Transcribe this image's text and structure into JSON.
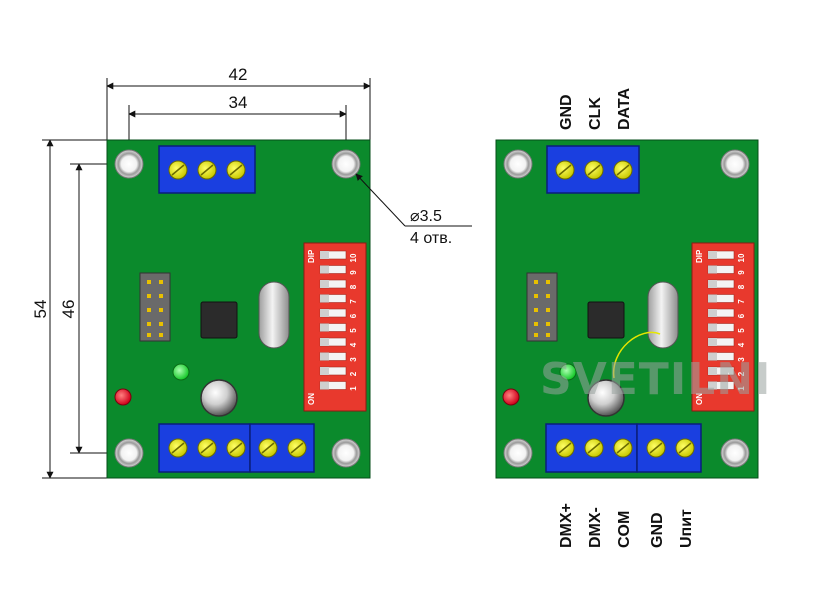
{
  "dimensions": {
    "width_outer": "42",
    "width_holes": "34",
    "height_outer": "54",
    "height_holes": "46",
    "hole_diameter": "⌀3.5",
    "hole_count": "4 отв."
  },
  "top_connector": {
    "labels": [
      "GND",
      "CLK",
      "DATA"
    ]
  },
  "bottom_connector": {
    "labels": [
      "DMX+",
      "DMX-",
      "COM",
      "GND",
      "Uпит"
    ],
    "label_colors": [
      "#111111",
      "#111111",
      "#111111",
      "#111111",
      "#e0001b"
    ]
  },
  "dip_switch": {
    "header": "DIP",
    "numbers": [
      "1",
      "2",
      "3",
      "4",
      "5",
      "6",
      "7",
      "8",
      "9",
      "10"
    ],
    "on_label": "ON"
  },
  "watermark": "SVETILNI",
  "colors": {
    "pcb": "#0b8a2c",
    "terminal": "#1a3fe0",
    "screw": "#e6e600",
    "dip": "#e8392d",
    "led_green": "#27e03a",
    "led_red": "#e3001a"
  }
}
